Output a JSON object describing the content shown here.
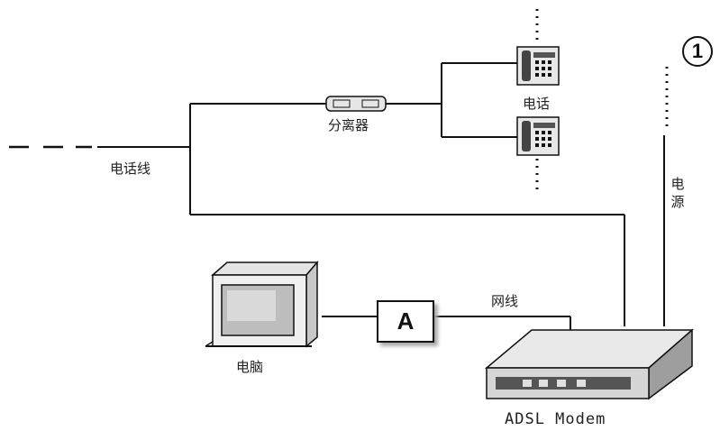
{
  "labels": {
    "phone_line": "电话线",
    "splitter": "分离器",
    "telephone": "电话",
    "power": "电源",
    "network_cable": "网线",
    "computer": "电脑",
    "modem": "ADSL Modem",
    "box_a": "A",
    "marker": "1"
  },
  "colors": {
    "line": "#111111",
    "device": "#d8d8d8",
    "screen": "#bfbfbf"
  }
}
